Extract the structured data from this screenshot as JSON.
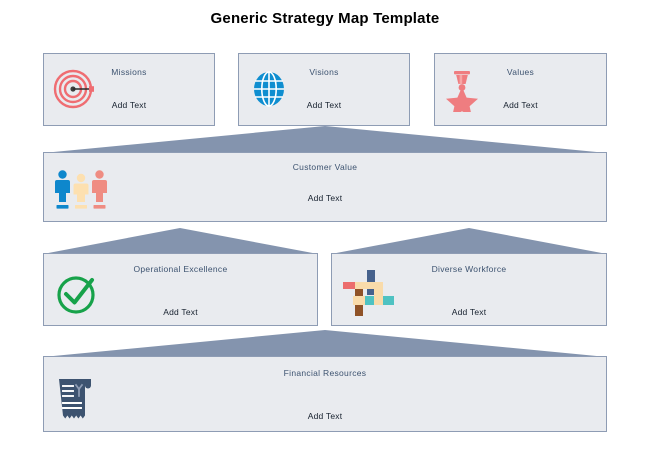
{
  "title": "Generic Strategy Map Template",
  "theme": {
    "panel_fill": "#e9ebef",
    "panel_border": "#8e9cb4",
    "connector_fill": "#8architecture",
    "connector_color": "#8e9cb4",
    "title_text_color": "#3d5370",
    "body_text_color": "#16202e"
  },
  "panels": {
    "missions": {
      "title": "Missions",
      "body": "Add Text",
      "icon": "target-bullseye-icon",
      "icon_color": "#ef6d72"
    },
    "visions": {
      "title": "Visions",
      "body": "Add Text",
      "icon": "globe-icon",
      "icon_color": "#0f8ed0"
    },
    "values": {
      "title": "Values",
      "body": "Add Text",
      "icon": "medal-star-icon",
      "icon_color": "#ef7d80"
    },
    "customer_value": {
      "title": "Customer Value",
      "body": "Add Text",
      "icon": "three-people-icon",
      "icon_colors": [
        "#0e87cc",
        "#fde0b0",
        "#ef8c82"
      ]
    },
    "operational_excellence": {
      "title": "Operational Excellence",
      "body": "Add Text",
      "icon": "check-circle-icon",
      "icon_color": "#17a24a"
    },
    "diverse_workforce": {
      "title": "Diverse Workforce",
      "body": "Add Text",
      "icon": "diversity-mosaic-icon",
      "icon_colors": [
        "#ec6d6d",
        "#f9dbaa",
        "#46618c",
        "#8f5227",
        "#4fc2c2"
      ]
    },
    "financial_resources": {
      "title": "Financial Resources",
      "body": "Add Text",
      "icon": "invoice-receipt-icon",
      "icon_color": "#3d5370"
    }
  }
}
